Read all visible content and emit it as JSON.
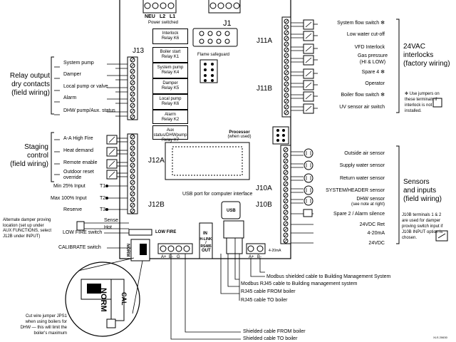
{
  "power": {
    "neu": "NEU",
    "l2": "L2",
    "l1": "L1",
    "switched": "Power switched"
  },
  "headers": {
    "j1": "J1",
    "j11a": "J11A",
    "j11b": "J11B",
    "j13": "J13",
    "j12a": "J12A",
    "j12b": "J12B",
    "j10a": "J10A",
    "j10b": "J10B"
  },
  "relays": [
    {
      "line1": "Interlock",
      "line2": "Relay K6"
    },
    {
      "line1": "Boiler start",
      "line2": "Relay K1"
    },
    {
      "line1": "System pump",
      "line2": "Relay K4"
    },
    {
      "line1": "Damper",
      "line2": "Relay K5"
    },
    {
      "line1": "Local pump",
      "line2": "Relay K6"
    },
    {
      "line1": "Alarm",
      "line2": "Relay K2"
    },
    {
      "line1": "Aux status/DHWpump",
      "line2": "Relay K7"
    }
  ],
  "flame_safeguard": "Flame safeguard",
  "processor": {
    "line1": "Processor",
    "line2": "(when used)"
  },
  "usb_label": "USB port for computer interface",
  "usb_chip": "USB",
  "left_sections": {
    "relay_output": [
      "Relay output",
      "dry contacts",
      "(field wiring)"
    ],
    "staging": [
      "Staging",
      "control",
      "(field wiring)"
    ]
  },
  "relay_outputs": [
    "System pump",
    "Damper",
    "Local pump or valve",
    "Alarm",
    "DHW pump/Aux. status"
  ],
  "staging_inputs": [
    "A-A High Fire",
    "Heat demand",
    "Remote enable",
    "Outdoor reset",
    "override"
  ],
  "analog_inputs": [
    {
      "label": "Min 25% Input",
      "term": "T1"
    },
    {
      "label": "Max 100% Input",
      "term": "T2"
    },
    {
      "label": "Reserve",
      "term": "T3"
    }
  ],
  "sense": "Sense",
  "hot": "Hot",
  "damper_note": [
    "Alternate damper proving",
    "location (set up under",
    "AUX FUNCTIONS, select",
    "J12B under INPUT)"
  ],
  "low_fire_board": "LOW FIRE",
  "low_fire_switch": "LOW FIRE switch",
  "calibrate_switch": "CALIBRATE switch",
  "norm": "NORM",
  "cal": "CAL",
  "jumper_note": [
    "Cut wire jumper JPS1",
    "when using boilers for",
    "DHW — this will limit the",
    "boiler's maximum",
    "temperature"
  ],
  "interlocks": [
    "System flow switch ✻",
    "Low water cut-off",
    "VFD Interlock",
    "Gas pressure",
    "(HI & LOW)",
    "Spare 4 ✻",
    "Operator",
    "Boiler flow switch ✻",
    "UV sensor air switch"
  ],
  "interlock_title": [
    "24VAC",
    "interlocks",
    "(factory wiring)"
  ],
  "jumper_use_note": [
    "✻ Use jumpers on",
    "these terminals if",
    "interlock is not",
    "installed."
  ],
  "sensors": [
    "Outside air sensor",
    "Supply water sensor",
    "Return water sensor",
    "SYSTEM/HEADER sensor",
    "DHW sensor",
    "(see note at right)",
    "Spare 2 / Alarm silence",
    "24VDC Ret",
    "4-20mA",
    "24VDC"
  ],
  "sensors_title": [
    "Sensors",
    "and inputs",
    "(field wiring)"
  ],
  "j10b_note": [
    "J10B terminals 1 & 2",
    "are used for damper",
    "proving switch input if",
    "J10B INPUT option is",
    "chosen."
  ],
  "rs485": {
    "in": "IN",
    "mid": "H-LINK / RS485",
    "out": "OUT"
  },
  "ab_labels": {
    "a": "A+",
    "b": "B-",
    "g": "G"
  },
  "ma_label": "4-20mA",
  "cables": [
    "Modbus shielded cable to Building Management System",
    "Modbus RJ45 cable to Building management system",
    "RJ45 cable FROM boiler",
    "RJ45 cable TO boiler",
    "Shielded cable FROM boiler",
    "Shielded cable TO boiler"
  ],
  "footer_code": "XLS 20630"
}
